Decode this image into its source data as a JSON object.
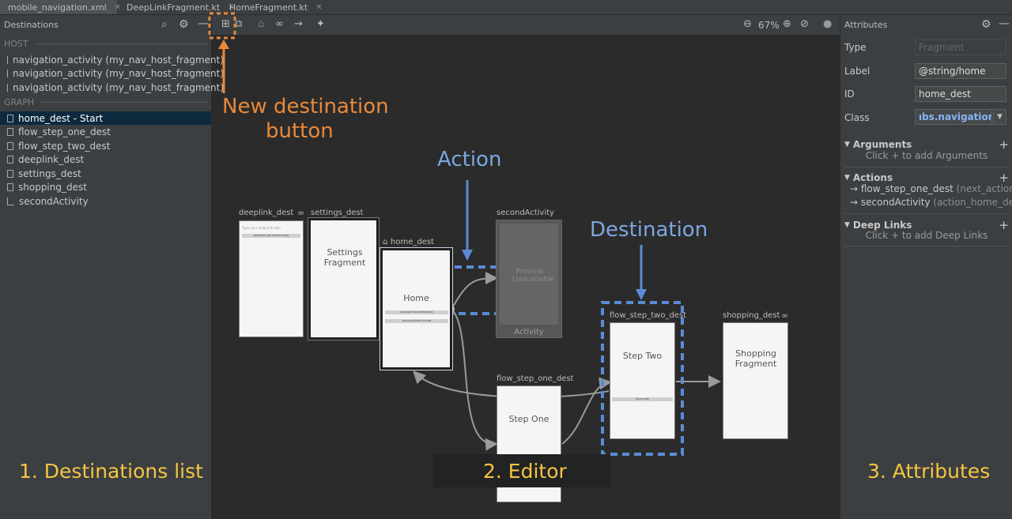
{
  "tabs": [
    {
      "label": "mobile_navigation.xml",
      "active": true
    },
    {
      "label": "DeepLinkFragment.kt",
      "active": false
    },
    {
      "label": "HomeFragment.kt",
      "active": false
    }
  ],
  "destinations_panel": {
    "title": "Destinations",
    "host_label": "HOST",
    "host_items": [
      "navigation_activity (my_nav_host_fragment)",
      "navigation_activity (my_nav_host_fragment)",
      "navigation_activity (my_nav_host_fragment)"
    ],
    "graph_label": "GRAPH",
    "graph_items": [
      "home_dest - Start",
      "flow_step_one_dest",
      "flow_step_two_dest",
      "deeplink_dest",
      "settings_dest",
      "shopping_dest",
      "secondActivity"
    ]
  },
  "toolbar": {
    "zoom": "67%"
  },
  "graph": {
    "deeplink_dest": {
      "title": "deeplink_dest",
      "hint": "Type your deep link sign",
      "button": "DEEPLINK LINK NOTIFICATION"
    },
    "settings_dest": {
      "title": "settings_dest",
      "text": "Settings Fragment"
    },
    "home_dest": {
      "title": "home_dest",
      "text": "Home",
      "button1": "NAVIGATE TO DESTINATION",
      "button2": "NAVIGATE WITH ACTION"
    },
    "second_activity": {
      "title": "secondActivity",
      "text": "Preview Unavailable",
      "footer": "Activity"
    },
    "flow_step_one_dest": {
      "title": "flow_step_one_dest",
      "text": "Step One"
    },
    "flow_step_two_dest": {
      "title": "flow_step_two_dest",
      "text": "Step Two",
      "button": "PASS FLOW"
    },
    "shopping_dest": {
      "title": "shopping_dest",
      "text": "Shopping Fragment"
    }
  },
  "attributes": {
    "title": "Attributes",
    "type_label": "Type",
    "type_placeholder": "Fragment",
    "label_label": "Label",
    "label_value": "@string/home",
    "id_label": "ID",
    "id_value": "home_dest",
    "class_label": "Class",
    "class_value": "ıbs.navigation)",
    "arguments_header": "Arguments",
    "arguments_hint": "Click + to add Arguments",
    "actions_header": "Actions",
    "actions": [
      {
        "name": "flow_step_one_dest",
        "detail": "(next_action)"
      },
      {
        "name": "secondActivity",
        "detail": "(action_home_dest"
      }
    ],
    "deeplinks_header": "Deep Links",
    "deeplinks_hint": "Click + to add Deep Links"
  },
  "annotations": {
    "new_destination_line1": "New destination",
    "new_destination_line2": "button",
    "action": "Action",
    "destination": "Destination",
    "destinations_list": "1. Destinations  list",
    "editor": "2. Editor",
    "attributes": "3. Attributes"
  },
  "colors": {
    "panel": "#3c3f41",
    "editor": "#2b2b2b",
    "selection": "#0d293e",
    "annotation_orange": "#e8893b",
    "annotation_blue": "#7ba7df",
    "annotation_yellow": "#f5c542",
    "dashed_blue": "#5b8bd6"
  }
}
